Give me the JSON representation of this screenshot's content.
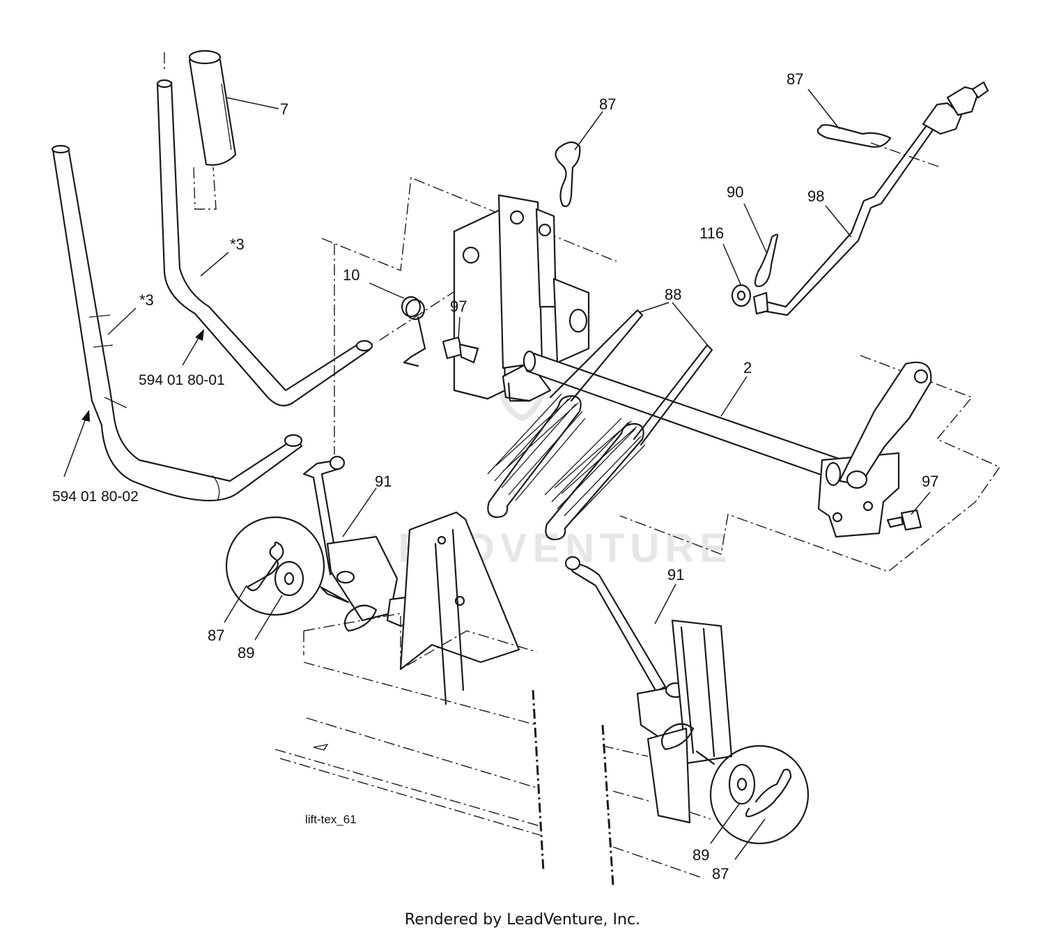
{
  "diagram": {
    "figure_id": "lift-tex_61",
    "watermark": "LEADVENTURE",
    "footer": "Rendered by LeadVenture, Inc.",
    "part_codes": {
      "lever_a": "594 01 80-01",
      "lever_b": "594 01 80-02"
    },
    "callouts": {
      "c7": "7",
      "c3_upper": "*3",
      "c3_lower": "*3",
      "c87_top_center": "87",
      "c87_top_right": "87",
      "c10": "10",
      "c97_left": "97",
      "c88": "88",
      "c90": "90",
      "c98": "98",
      "c116": "116",
      "c2": "2",
      "c97_right": "97",
      "c91_left": "91",
      "c91_right": "91",
      "c87_detail_left": "87",
      "c89_detail_left": "89",
      "c89_detail_right": "89",
      "c87_detail_right": "87"
    }
  }
}
